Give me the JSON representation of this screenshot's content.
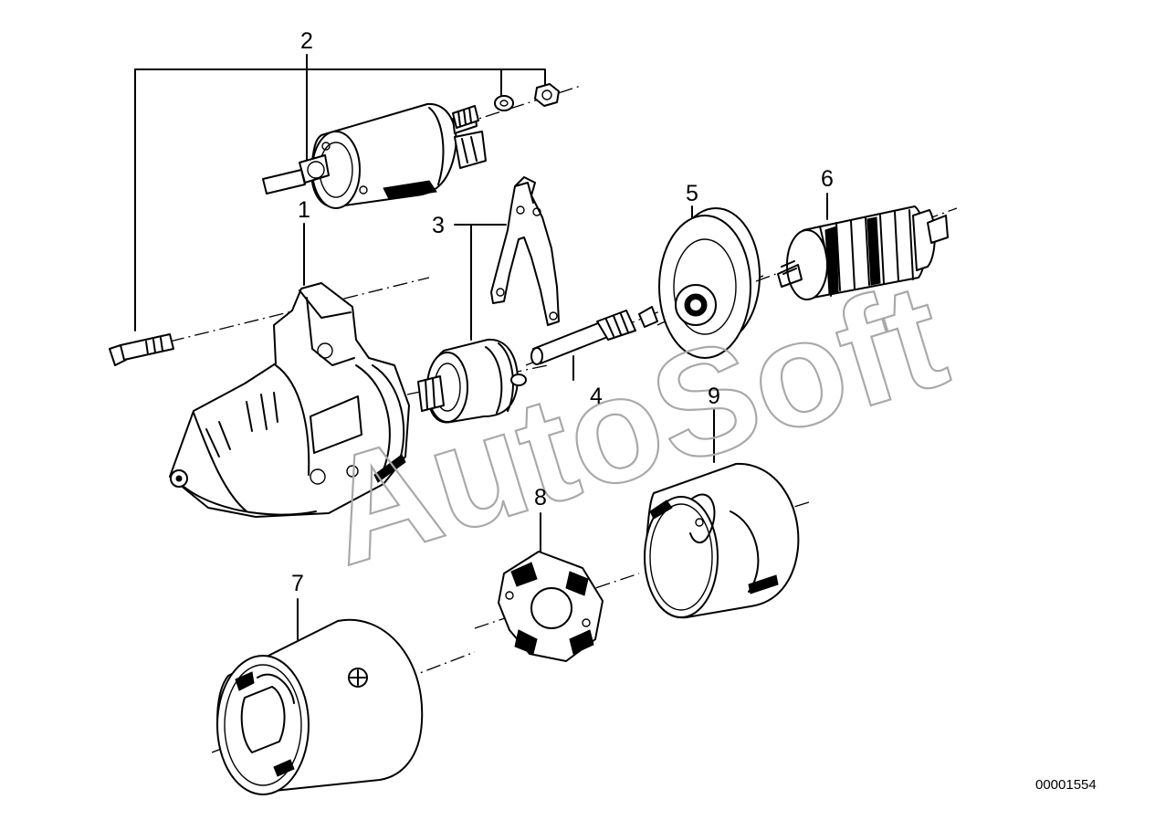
{
  "callouts": [
    "1",
    "2",
    "3",
    "4",
    "5",
    "6",
    "7",
    "8",
    "9"
  ],
  "doc_id": "00001554",
  "watermark": "AutoSoft"
}
